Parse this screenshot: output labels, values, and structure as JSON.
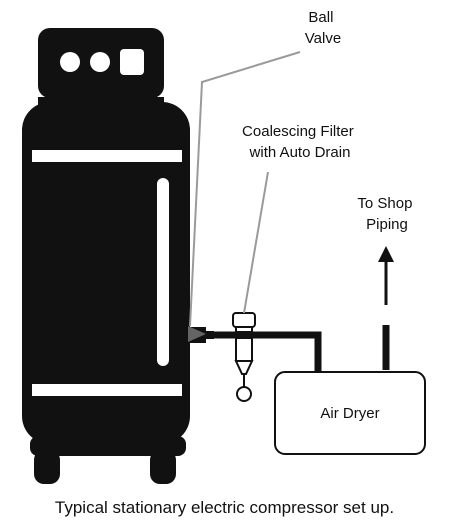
{
  "labels": {
    "ball_valve": [
      "Ball",
      "Valve"
    ],
    "filter": [
      "Coalescing Filter",
      "with Auto Drain"
    ],
    "shop_piping": [
      "To Shop",
      "Piping"
    ],
    "air_dryer": "Air Dryer"
  },
  "caption": "Typical stationary electric compressor set up.",
  "colors": {
    "ink": "#111111",
    "leader": "#9a9a9a",
    "background": "#ffffff"
  }
}
